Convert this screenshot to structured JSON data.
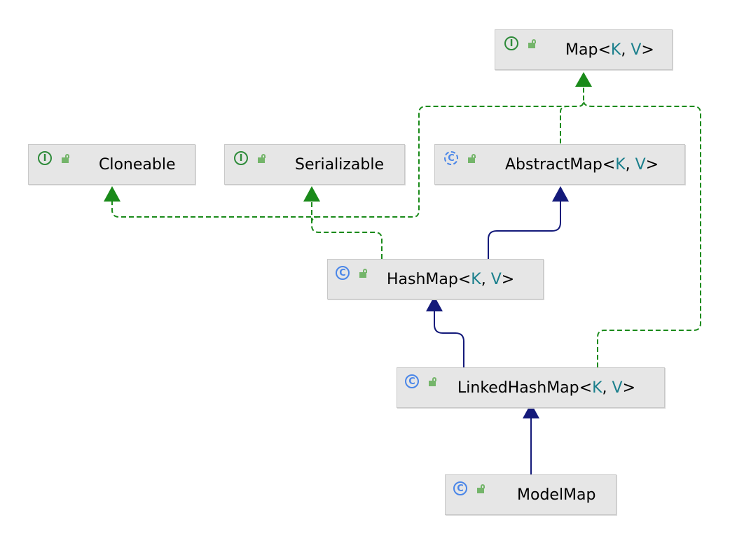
{
  "nodes": {
    "map": {
      "name": "Map",
      "open": "<",
      "p1": "K",
      "sep": ", ",
      "p2": "V",
      "close": ">",
      "kind_symbol": "I",
      "kind": "interface"
    },
    "cloneable": {
      "name": "Cloneable",
      "kind_symbol": "I",
      "kind": "interface"
    },
    "serializable": {
      "name": "Serializable",
      "kind_symbol": "I",
      "kind": "interface"
    },
    "abstractmap": {
      "name": "AbstractMap",
      "open": "<",
      "p1": "K",
      "sep": ", ",
      "p2": "V",
      "close": ">",
      "kind_symbol": "C",
      "kind": "abstract class"
    },
    "hashmap": {
      "name": "HashMap",
      "open": "<",
      "p1": "K",
      "sep": ", ",
      "p2": "V",
      "close": ">",
      "kind_symbol": "C",
      "kind": "class"
    },
    "linkedhashmap": {
      "name": "LinkedHashMap",
      "open": "<",
      "p1": "K",
      "sep": ", ",
      "p2": "V",
      "close": ">",
      "kind_symbol": "C",
      "kind": "class"
    },
    "modelmap": {
      "name": "ModelMap",
      "kind_symbol": "C",
      "kind": "class"
    }
  },
  "relations": [
    {
      "from": "abstractmap",
      "to": "map",
      "type": "implements"
    },
    {
      "from": "hashmap",
      "to": "map",
      "type": "implements"
    },
    {
      "from": "linkedhashmap",
      "to": "map",
      "type": "implements"
    },
    {
      "from": "hashmap",
      "to": "cloneable",
      "type": "implements"
    },
    {
      "from": "hashmap",
      "to": "serializable",
      "type": "implements"
    },
    {
      "from": "hashmap",
      "to": "abstractmap",
      "type": "extends"
    },
    {
      "from": "linkedhashmap",
      "to": "hashmap",
      "type": "extends"
    },
    {
      "from": "modelmap",
      "to": "linkedhashmap",
      "type": "extends"
    }
  ],
  "colors": {
    "implements_edge": "#1a8a1a",
    "extends_edge": "#141a7a",
    "node_fill": "#e6e6e6",
    "interface_icon": "#2e8b3a",
    "class_icon": "#4a86e8",
    "type_param": "#1a7f8c"
  }
}
